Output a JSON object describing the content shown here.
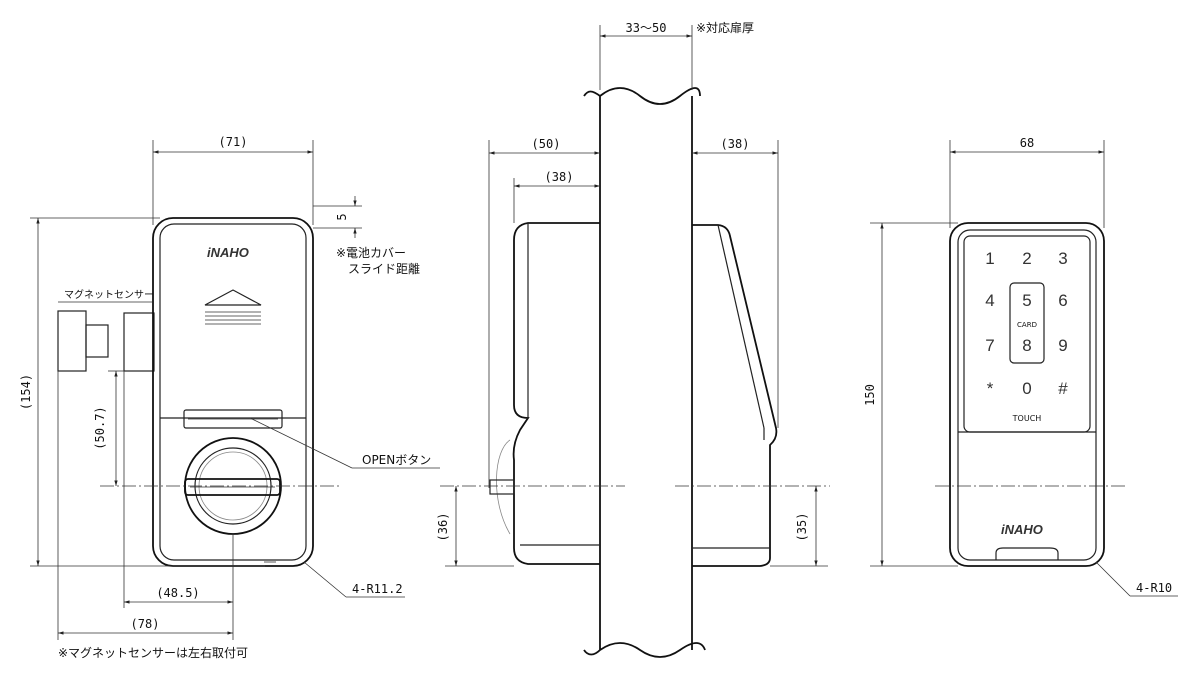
{
  "dimensions": {
    "front_width": "(71)",
    "front_height": "(154)",
    "slide_distance": "5",
    "sensor_height": "(50.7)",
    "sensor_offset": "(48.5)",
    "total_width": "(78)",
    "corner_front": "4-R11.2",
    "door_thickness": "33～50",
    "side_outer_depth": "(50)",
    "side_inner_depth": "(38)",
    "inner_unit_depth": "(38)",
    "side_height_left": "(36)",
    "side_height_right": "(35)",
    "keypad_width": "68",
    "keypad_height": "150",
    "corner_keypad": "4-R10"
  },
  "labels": {
    "door_note": "※対応扉厚",
    "battery_note_line1": "※電池カバー",
    "battery_note_line2": "スライド距離",
    "magnet_sensor": "マグネットセンサー",
    "open_button": "OPENボタン",
    "sensor_note": "※マグネットセンサーは左右取付可",
    "brand": "iNAHO",
    "card": "CARD",
    "touch": "TOUCH"
  },
  "keypad": {
    "keys": [
      "1",
      "2",
      "3",
      "4",
      "5",
      "6",
      "7",
      "8",
      "9",
      "*",
      "0",
      "#"
    ]
  }
}
